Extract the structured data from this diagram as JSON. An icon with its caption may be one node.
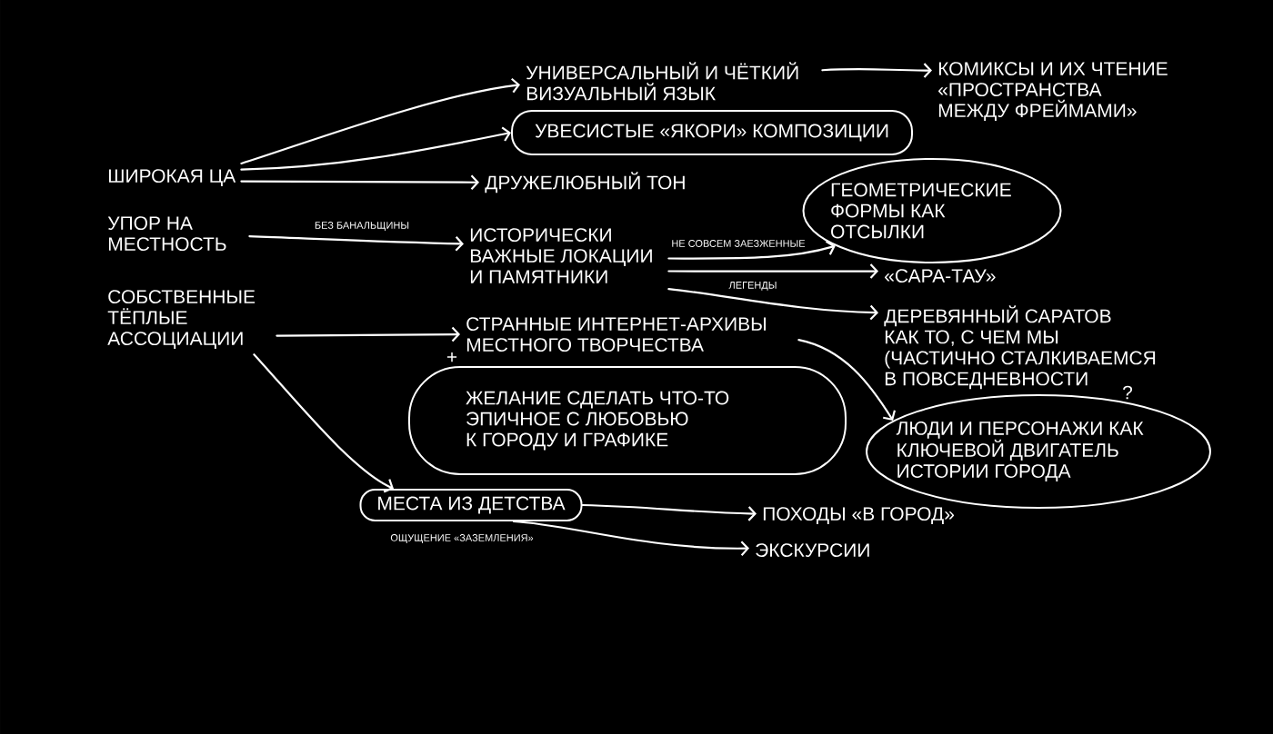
{
  "diagram": {
    "nodes": [
      {
        "text": [
          "ШИРОКАЯ ЦА"
        ]
      },
      {
        "text": [
          "УПОР НА МЕСТНОСТЬ"
        ]
      },
      {
        "text": [
          "СОБСТВЕННЫЕ ТЁПЛЫЕ АССОЦИАЦИИ"
        ]
      },
      {
        "text": [
          "УНИВЕРСАЛЬНЫЙ И ЧЁТКИЙ ВИЗУАЛЬНЫЙ ЯЗЫК"
        ]
      },
      {
        "text": [
          "КОМИКСЫ И ИХ ЧТЕНИЕ «ПРОСТРАНСТВА МЕЖДУ ФРЕЙМАМИ»"
        ]
      },
      {
        "text": [
          "УВЕСИСТЫЕ «ЯКОРИ» КОМПОЗИЦИИ"
        ]
      },
      {
        "text": [
          "ДРУЖЕЛЮБНЫЙ ТОН"
        ]
      },
      {
        "text": [
          "ИСТОРИЧЕСКИ ВАЖНЫЕ ЛОКАЦИИ И ПАМЯТНИКИ"
        ]
      },
      {
        "text": [
          "ГЕОМЕТРИЧЕСКИЕ ФОРМЫ КАК ОТСЫЛКИ"
        ]
      },
      {
        "text": [
          "«САРА-ТАУ»"
        ]
      },
      {
        "text": [
          "ДЕРЕВЯННЫЙ САРАТОВ КАК ТО, С ЧЕМ МЫ (ЧАСТИЧНО СТАЛКИВАЕМСЯ В ПОВСЕДНЕВНОСТИ"
        ]
      },
      {
        "text": [
          "СТРАННЫЕ ИНТЕРНЕТ-АРХИВЫ МЕСТНОГО ТВОРЧЕСТВА"
        ]
      },
      {
        "text": [
          "ЖЕЛАНИЕ СДЕЛАТЬ ЧТО-ТО ЭПИЧНОЕ С ЛЮБОВЬЮ К ГОРОДУ И ГРАФИКЕ"
        ]
      },
      {
        "text": [
          "ЛЮДИ И ПЕРСОНАЖИ КАК КЛЮЧЕВОЙ ДВИГАТЕЛЬ ИСТОРИИ ГОРОДА"
        ]
      },
      {
        "text": [
          "МЕСТА ИЗ ДЕТСТВА"
        ]
      },
      {
        "text": [
          "ПОХОДЫ «В ГОРОД»"
        ]
      },
      {
        "text": [
          "ЭКСКУРСИИ"
        ]
      }
    ],
    "edges": [
      {
        "from": 0,
        "to": 3,
        "arrow": "to"
      },
      {
        "from": 0,
        "to": 5,
        "arrow": "to"
      },
      {
        "from": 0,
        "to": 6,
        "arrow": "to"
      },
      {
        "from": 3,
        "to": 4,
        "arrow": "to"
      },
      {
        "from": 1,
        "to": 7,
        "arrow": "to",
        "label": "БЕЗ БАНАЛЬЩИНЫ"
      },
      {
        "from": 7,
        "to": 8,
        "arrow": "to",
        "label": "НЕ СОВСЕМ ЗАЕЗЖЕННЫЕ"
      },
      {
        "from": 7,
        "to": 9,
        "arrow": "to"
      },
      {
        "from": 7,
        "to": 10,
        "arrow": "to",
        "label": "ЛЕГЕНДЫ"
      },
      {
        "from": 2,
        "to": 11,
        "arrow": "to"
      },
      {
        "from": 2,
        "to": 14,
        "arrow": "to"
      },
      {
        "from": 11,
        "to": 13,
        "arrow": "to"
      },
      {
        "from": 14,
        "to": 15,
        "arrow": "to"
      },
      {
        "from": 14,
        "to": 16,
        "arrow": "to",
        "label": "ОЩУЩЕНИЕ «ЗАЗЕМЛЕНИЯ»"
      }
    ],
    "labels": [
      "+",
      "?"
    ]
  }
}
